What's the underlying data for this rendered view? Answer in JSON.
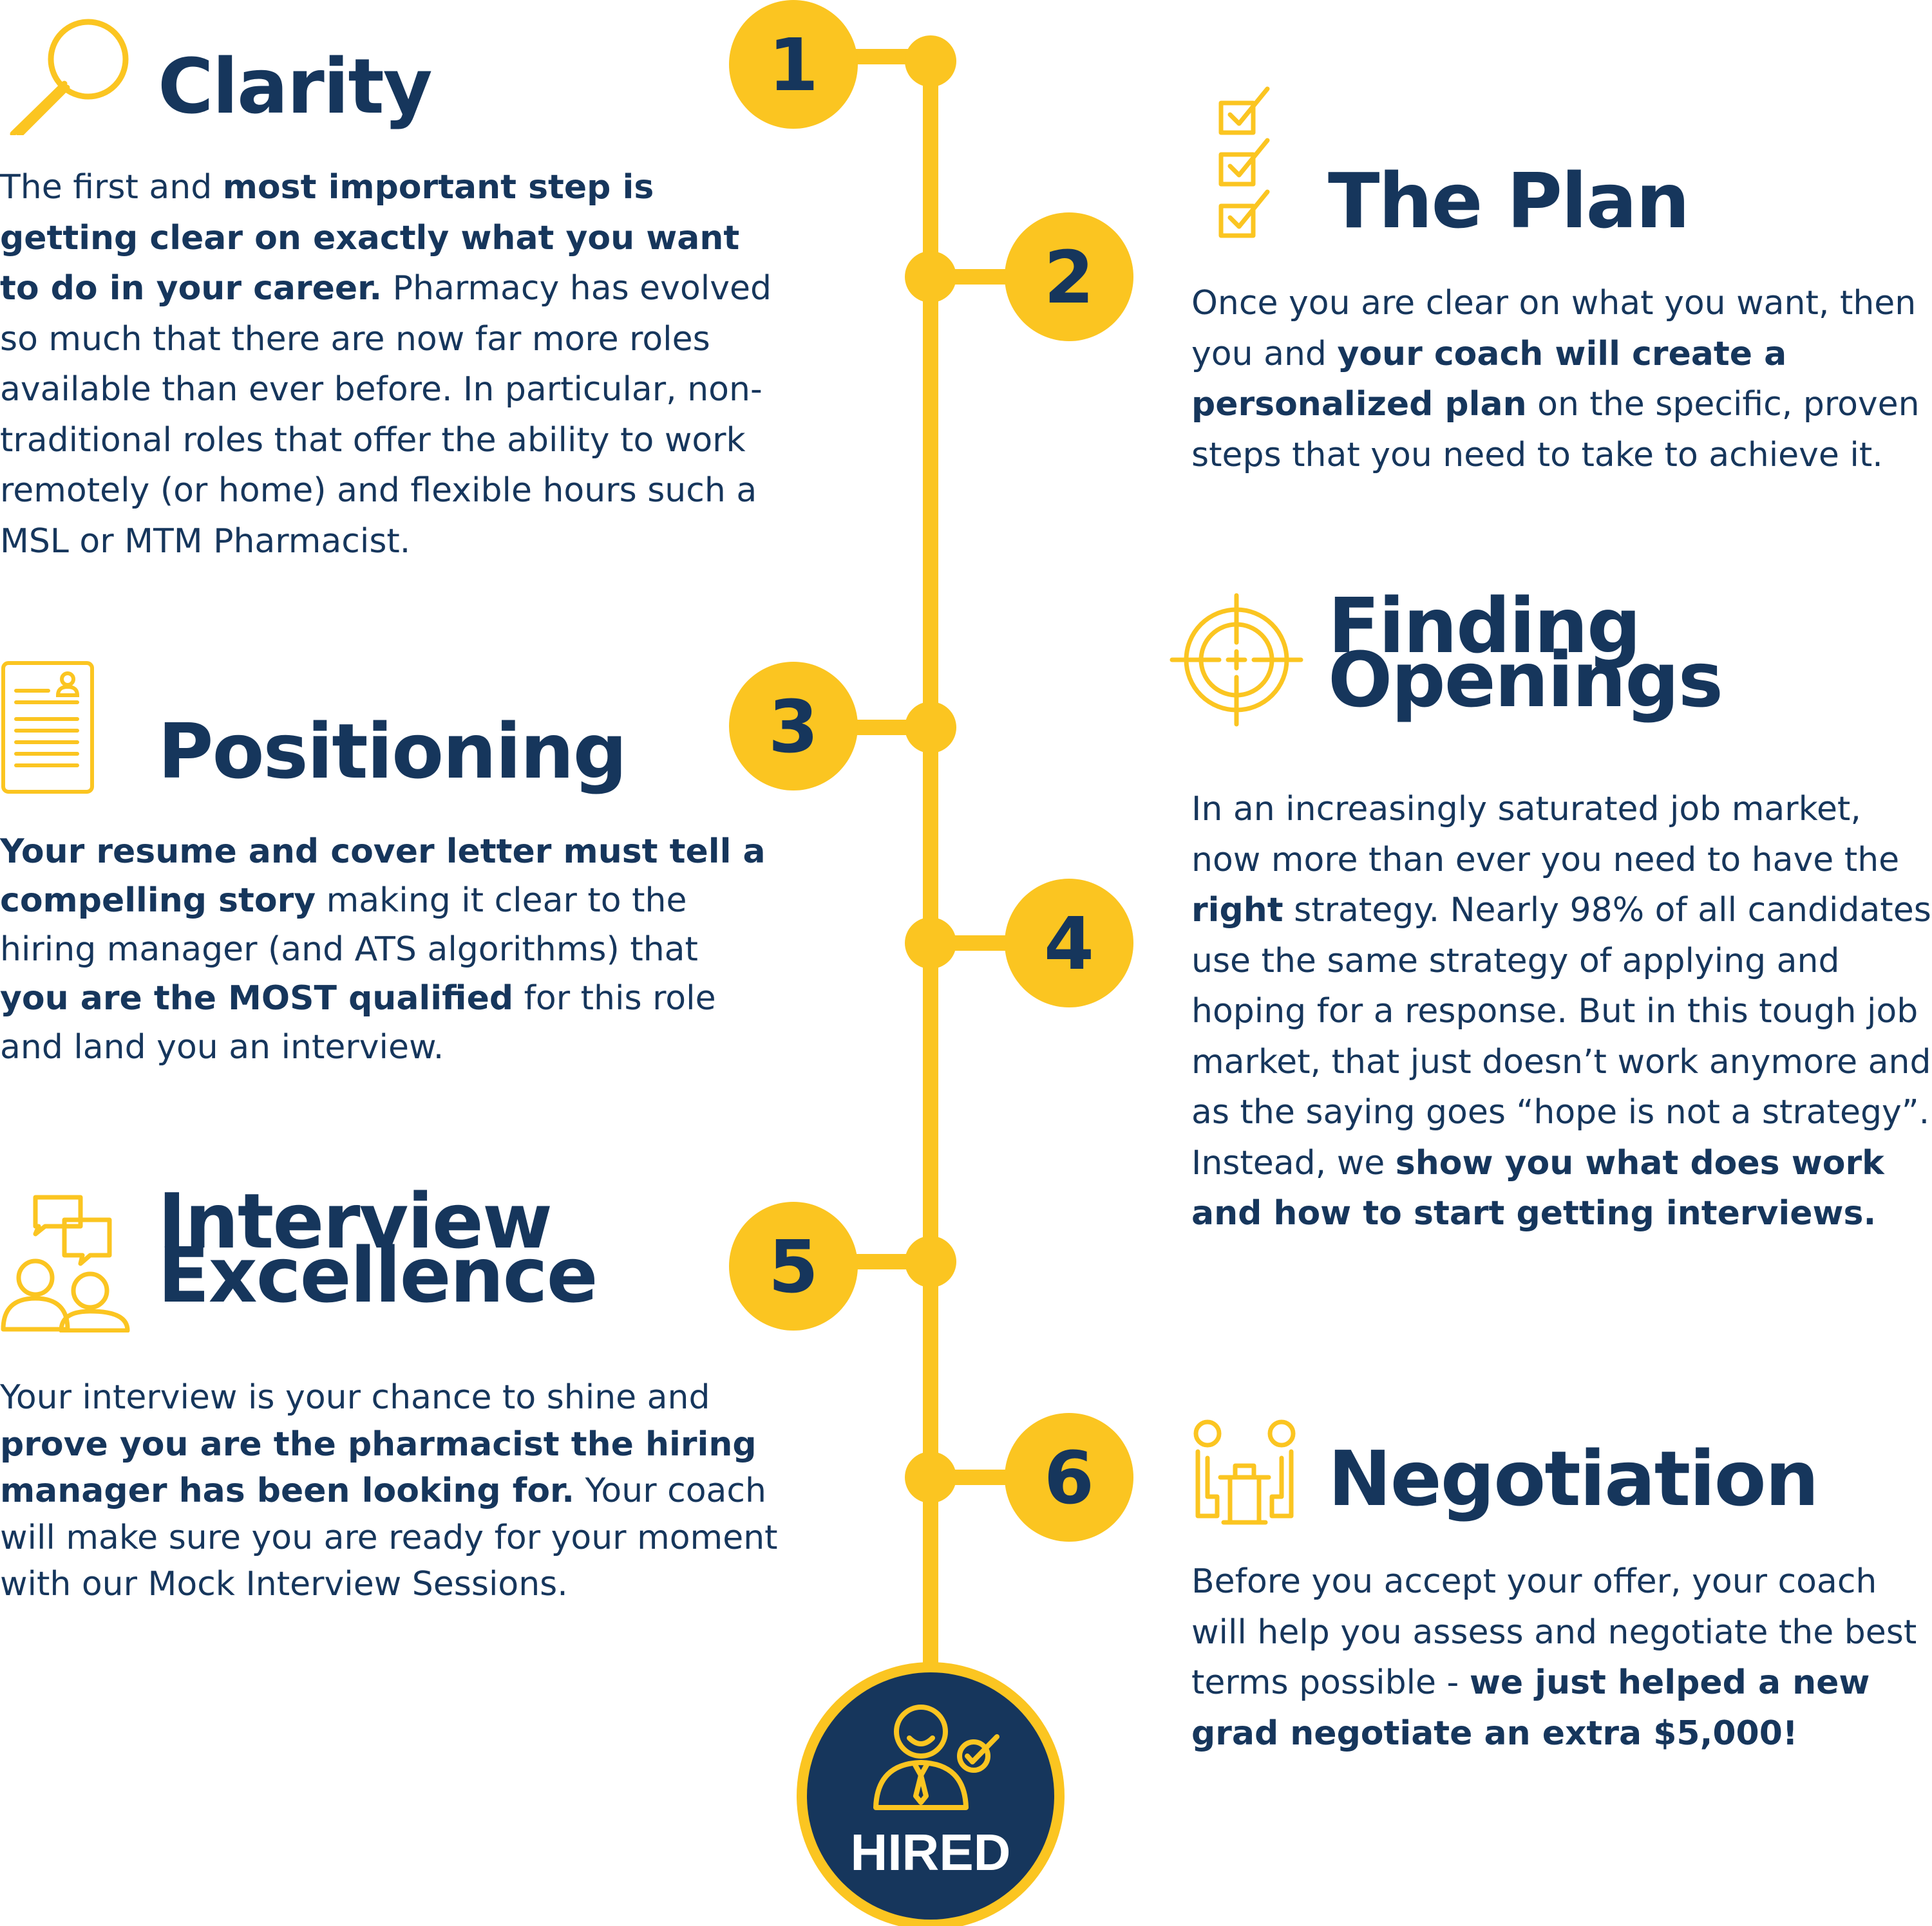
{
  "colors": {
    "navy": "#16365c",
    "gold": "#fbc521",
    "white": "#ffffff"
  },
  "timeline": {
    "steps": [
      "1",
      "2",
      "3",
      "4",
      "5",
      "6"
    ],
    "final_label": "HIRED"
  },
  "sections": {
    "clarity": {
      "icon": "magnifier-icon",
      "title": "Clarity",
      "text": [
        "The first and ",
        "most important step is getting clear on exactly what you want to do in your career.",
        " Pharmacy has evolved so much that there are now far more roles available than ever before. In particular, non-traditional roles that offer the ability to work remotely (or home) and flexible hours such a MSL or MTM Pharmacist."
      ]
    },
    "plan": {
      "icon": "checklist-icon",
      "title": "The Plan",
      "text": [
        "Once you are clear on what you want, then you and ",
        "your coach will create a personalized plan",
        " on the specific, proven steps that you need to take to achieve it."
      ]
    },
    "positioning": {
      "icon": "resume-icon",
      "title": "Positioning",
      "text": [
        "Your resume and cover letter must tell a compelling story",
        " making it clear to the hiring manager (and ATS algorithms) that ",
        "you are the MOST qualified",
        " for this role and land you an interview."
      ]
    },
    "openings": {
      "icon": "target-icon",
      "title_line1": "Finding",
      "title_line2": "Openings",
      "text": [
        "In an increasingly saturated job market, now more than ever you need to have the ",
        "right",
        " strategy. Nearly 98% of all candidates use the same strategy of applying and hoping for a response. But in this tough job market, that just doesn’t work anymore and as the saying goes “hope is not a strategy”. Instead, we ",
        "show you what does work and how to start getting interviews."
      ]
    },
    "interview": {
      "icon": "chat-people-icon",
      "title_line1": "Interview",
      "title_line2": "Excellence",
      "text": [
        "Your interview is your chance to shine and ",
        "prove you are the pharmacist the hiring manager has been looking for.",
        " Your coach will make sure you are ready for your moment with our Mock Interview Sessions."
      ]
    },
    "negotiation": {
      "icon": "negotiation-table-icon",
      "title": "Negotiation",
      "text": [
        "Before you accept your offer, your coach will help you assess and negotiate the best terms possible - ",
        "we just helped a new grad negotiate an extra $5,000!"
      ]
    }
  }
}
